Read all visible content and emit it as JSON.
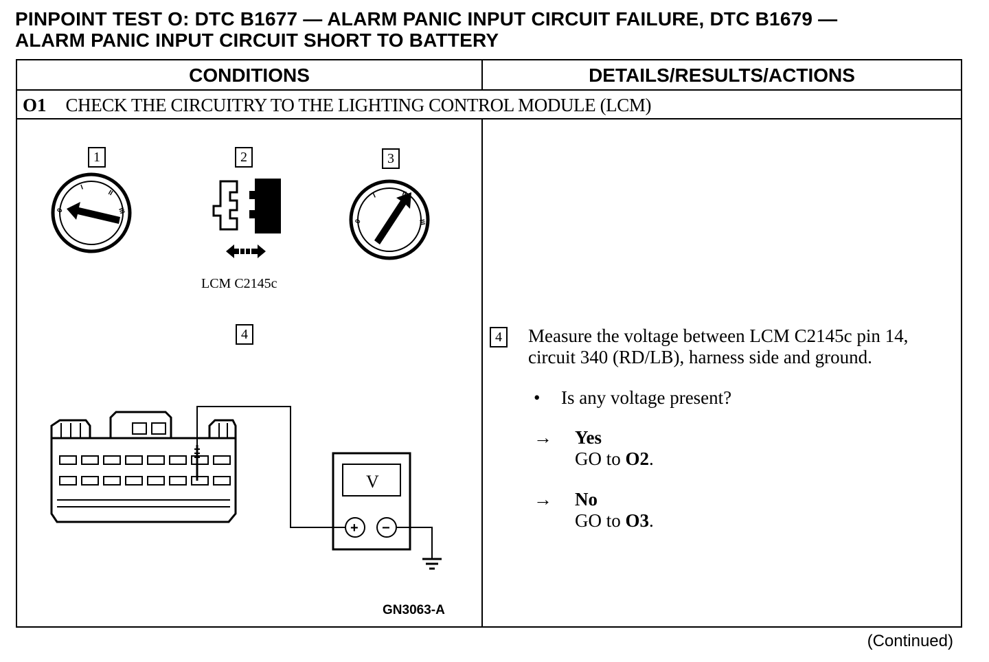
{
  "title": {
    "line1": "PINPOINT TEST O: DTC B1677 — ALARM PANIC INPUT CIRCUIT FAILURE, DTC B1679 —",
    "line2": "ALARM PANIC INPUT CIRCUIT SHORT TO BATTERY"
  },
  "table": {
    "col_conditions": "CONDITIONS",
    "col_details": "DETAILS/RESULTS/ACTIONS"
  },
  "step": {
    "number": "O1",
    "heading": "CHECK THE CIRCUITRY TO THE LIGHTING CONTROL MODULE (LCM)"
  },
  "figure": {
    "callout_1": "1",
    "callout_2": "2",
    "callout_3": "3",
    "callout_4": "4",
    "switch_marks": [
      "0",
      "I",
      "II",
      "III"
    ],
    "connector_label": "LCM C2145c",
    "meter_unit": "V",
    "meter_plus": "+",
    "meter_minus": "−",
    "figure_id": "GN3063-A"
  },
  "details": {
    "callout": "4",
    "instruction_line1": "Measure the voltage between LCM C2145c pin 14,",
    "instruction_line2": "circuit 340 (RD/LB), harness side and ground.",
    "bullet": "•",
    "question": "Is any voltage present?",
    "arrow": "→",
    "yes_label": "Yes",
    "yes_go_prefix": "GO to ",
    "yes_go_target": "O2",
    "no_label": "No",
    "no_go_prefix": "GO to ",
    "no_go_target": "O3",
    "period": "."
  },
  "footer": {
    "continued": "(Continued)"
  }
}
